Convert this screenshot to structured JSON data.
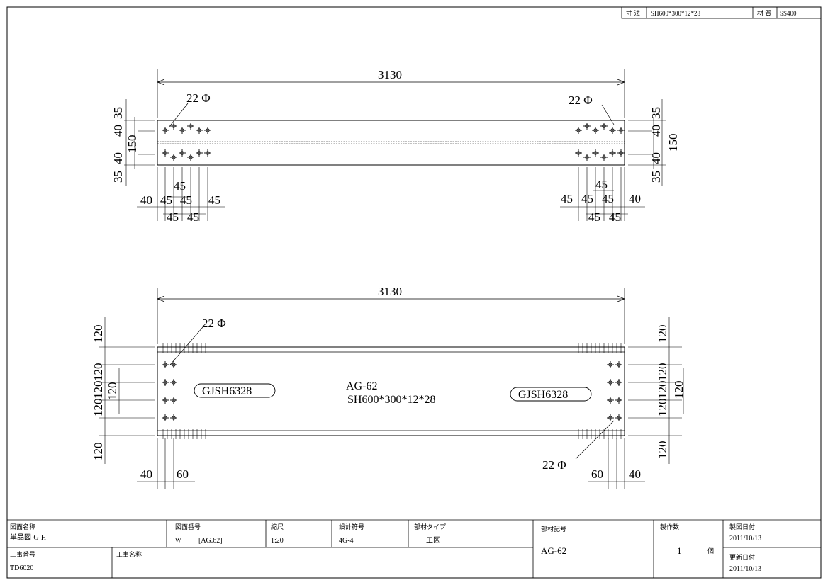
{
  "header": {
    "size_label": "寸 法",
    "size_value": "SH600*300*12*28",
    "material_label": "材 質",
    "material_value": "SS400"
  },
  "top_view": {
    "overall_length": "3130",
    "hole_label_left": "22 Φ",
    "hole_label_right": "22 Φ",
    "left_vertical_dims": [
      "35",
      "40",
      "150",
      "40",
      "35"
    ],
    "right_vertical_dims": [
      "35",
      "40",
      "150",
      "40",
      "35"
    ],
    "left_pitch_top": "45",
    "left_pitch_mid": [
      "40",
      "45",
      "45",
      "45"
    ],
    "left_pitch_bottom": [
      "45",
      "45"
    ],
    "right_pitch_top": "45",
    "right_pitch_mid": [
      "45",
      "45",
      "45",
      "40"
    ],
    "right_pitch_bottom": [
      "45",
      "45"
    ]
  },
  "side_view": {
    "overall_length": "3130",
    "hole_label_left": "22 Φ",
    "hole_label_right": "22 Φ",
    "left_vertical_dims": [
      "120",
      "120",
      "120",
      "120",
      "120"
    ],
    "left_inner_dim": "120",
    "right_vertical_dims": [
      "120",
      "120",
      "120",
      "120",
      "120"
    ],
    "right_inner_dim": "120",
    "left_bottom_dims": [
      "40",
      "60"
    ],
    "right_bottom_dims": [
      "60",
      "40"
    ],
    "mark_left": "GJSH6328",
    "mark_right": "GJSH6328",
    "center_mark": "AG-62",
    "center_size": "SH600*300*12*28"
  },
  "title_block": {
    "drawing_name_label": "図面名称",
    "drawing_name": "単品図-G-H",
    "drawing_no_label": "図面番号",
    "drawing_no_prefix": "W",
    "drawing_no": "[AG.62]",
    "scale_label": "縮尺",
    "scale": "1:20",
    "design_code_label": "設計符号",
    "design_code": "4G-4",
    "member_type_label": "部材タイプ",
    "member_type": "工区",
    "member_mark_label": "部材記号",
    "member_mark": "AG-62",
    "quantity_label": "製作数",
    "quantity": "1",
    "quantity_unit": "個",
    "drawn_date_label": "製図日付",
    "drawn_date": "2011/10/13",
    "updated_date_label": "更新日付",
    "updated_date": "2011/10/13",
    "project_no_label": "工事番号",
    "project_no": "TD6020",
    "project_name_label": "工事名称"
  }
}
